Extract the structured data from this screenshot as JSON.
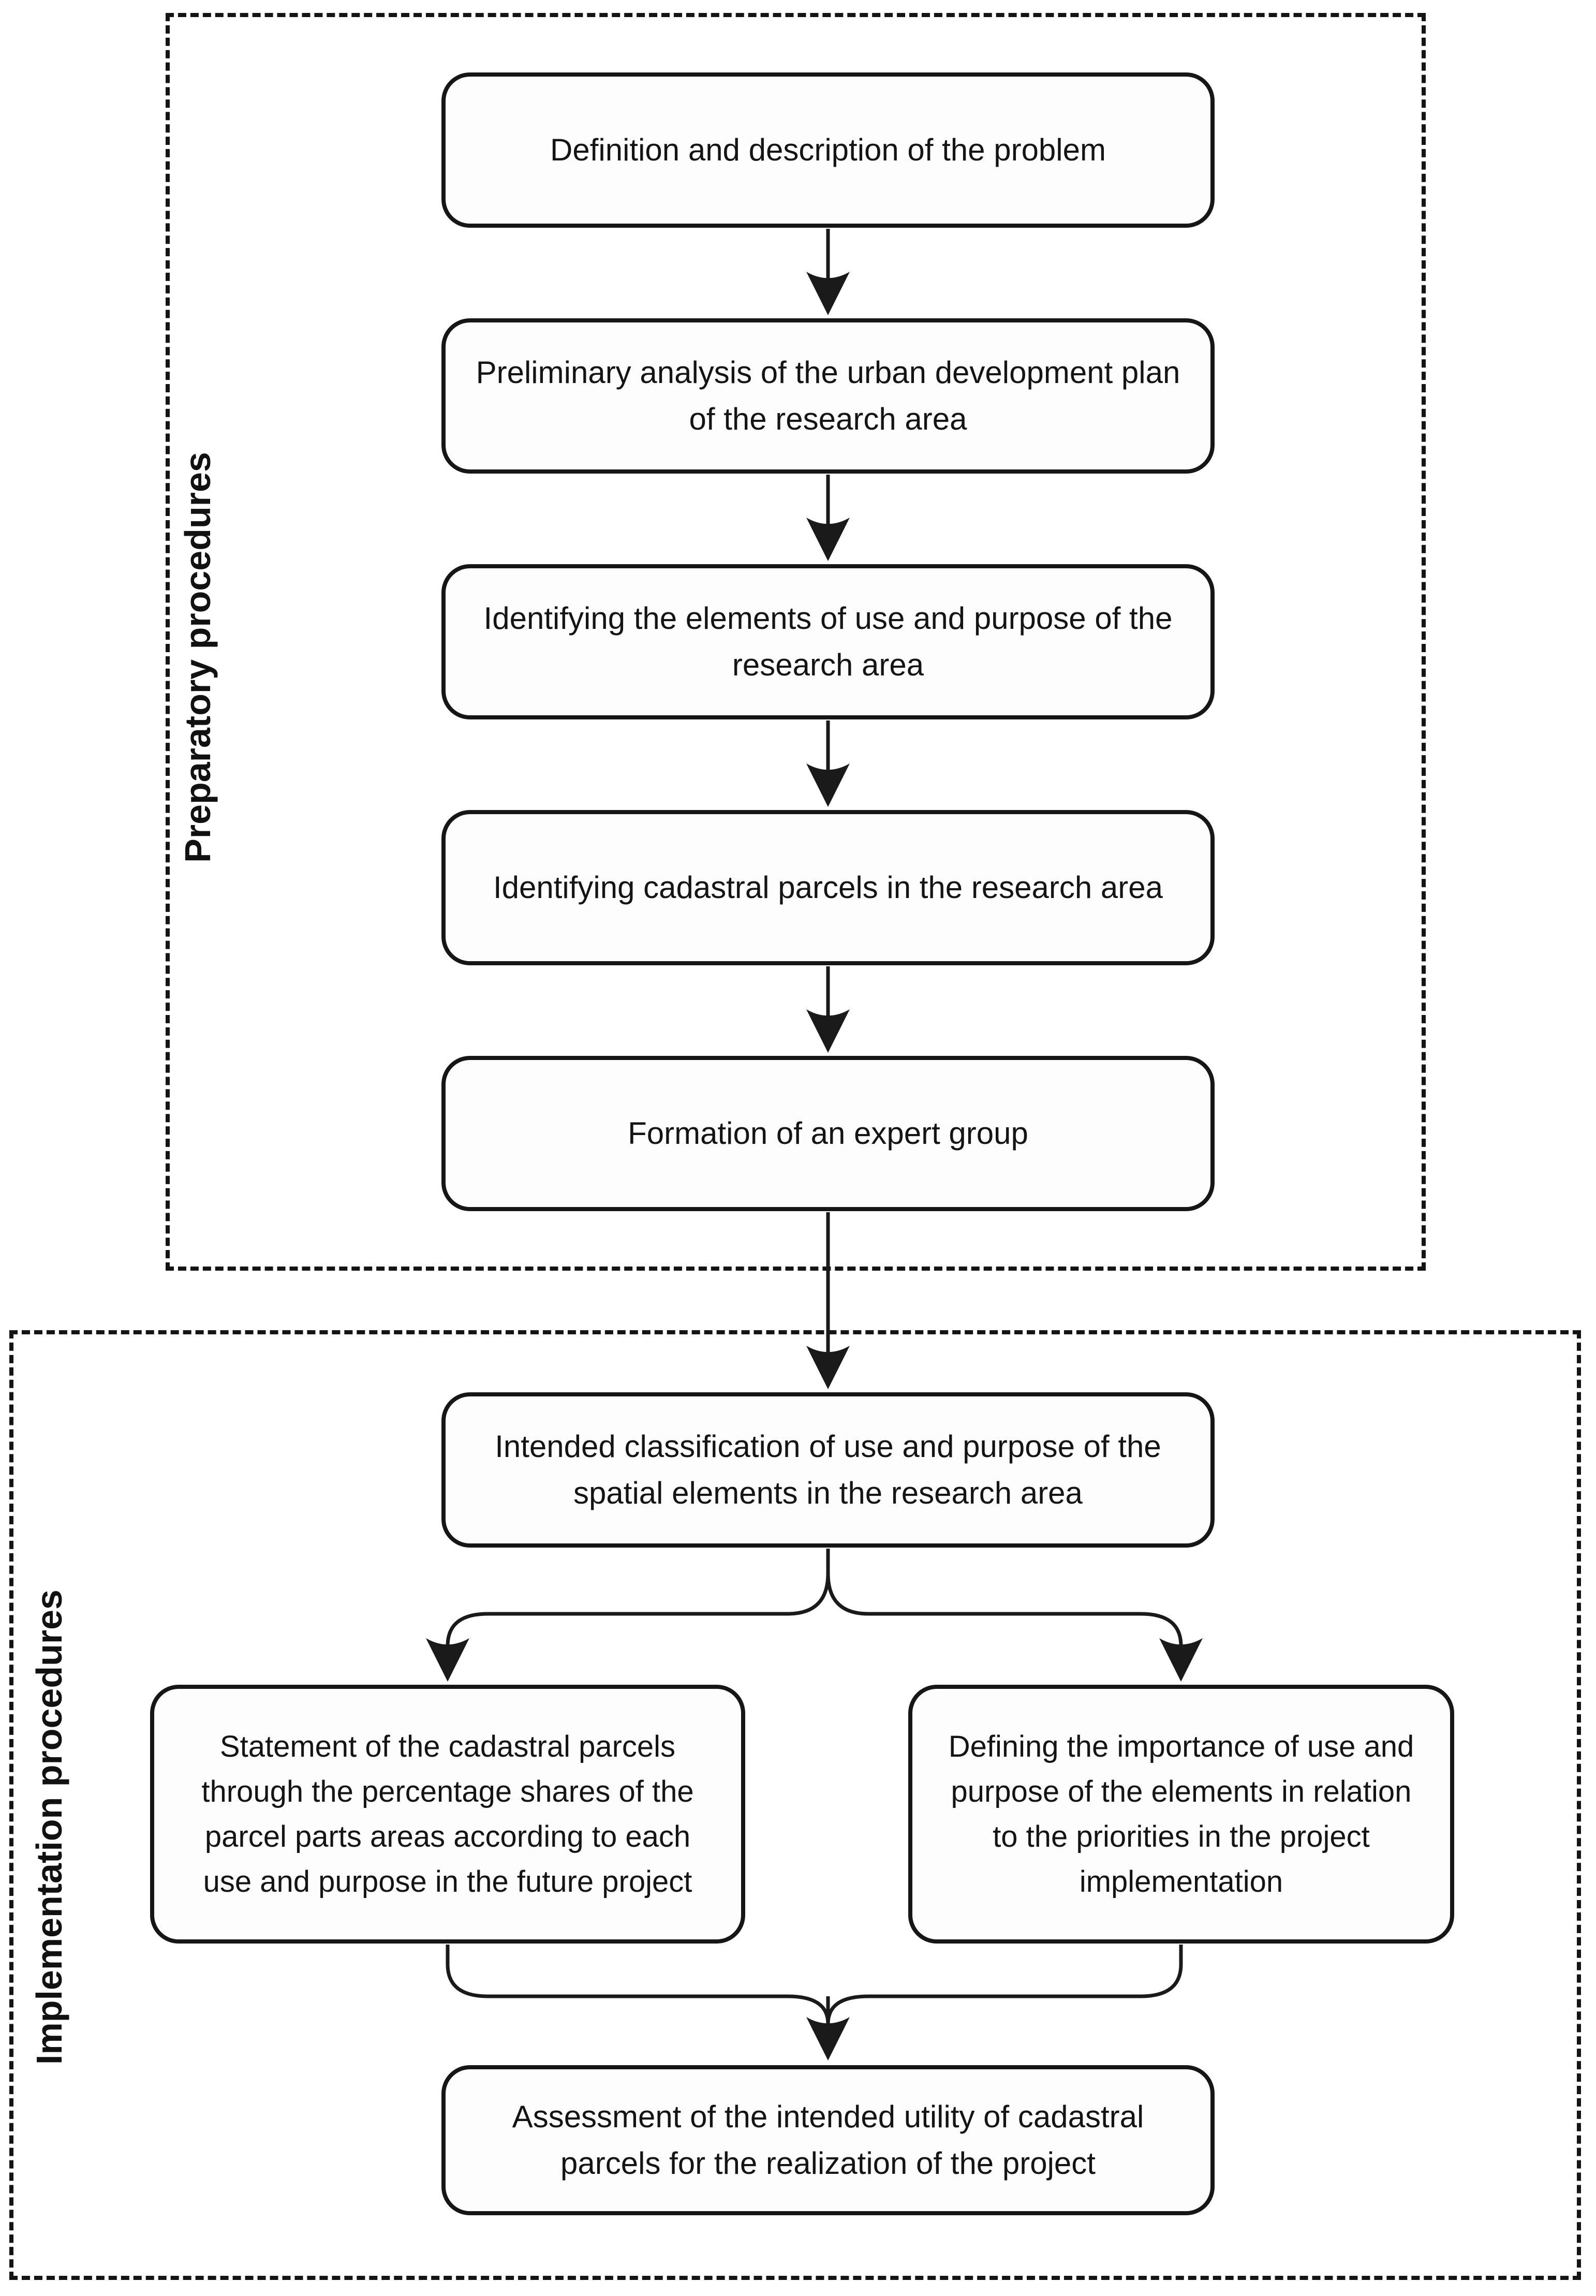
{
  "colors": {
    "ink": "#1a1a1a",
    "paper": "#ffffff",
    "node_fill": "#fdfdfd"
  },
  "sections": {
    "preparatory": {
      "label": "Preparatory procedures",
      "steps": [
        "Definition and description of the problem",
        "Preliminary analysis of the urban development plan of the research area",
        "Identifying the elements of use and purpose of the research area",
        "Identifying cadastral parcels in the research area",
        "Formation of an expert group"
      ]
    },
    "implementation": {
      "label": "Implementation procedures",
      "steps": [
        "Intended classification of use and purpose of the spatial elements in the research area",
        "Statement of the cadastral parcels through the percentage shares of the parcel parts areas according to each use and purpose in the future project",
        "Defining the importance of use and purpose of the elements in relation to the priorities in the project implementation",
        "Assessment of the intended utility of cadastral parcels for the realization of the project"
      ]
    }
  }
}
